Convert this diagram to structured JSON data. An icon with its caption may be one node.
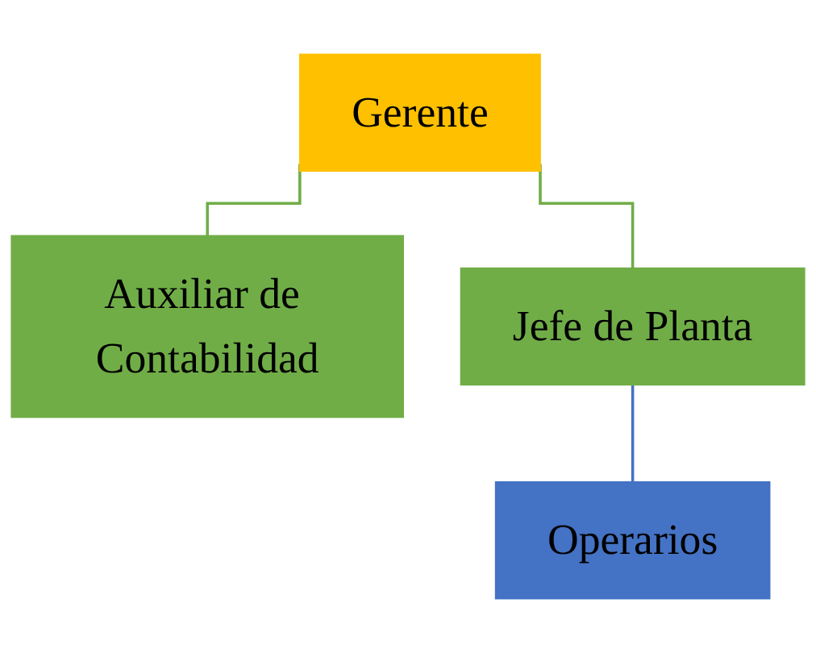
{
  "diagram": {
    "nodes": [
      {
        "text": [
          "Gerente"
        ]
      },
      {
        "text": [
          "Auxiliar de Contabilidad"
        ]
      },
      {
        "text": [
          "Jefe de Planta"
        ]
      },
      {
        "text": [
          "Operarios"
        ]
      }
    ],
    "edges": [
      {
        "from": 0,
        "to": 1,
        "arrow": "none"
      },
      {
        "from": 0,
        "to": 2,
        "arrow": "none"
      },
      {
        "from": 2,
        "to": 3,
        "arrow": "none",
        "color": "#4472c4"
      }
    ]
  }
}
